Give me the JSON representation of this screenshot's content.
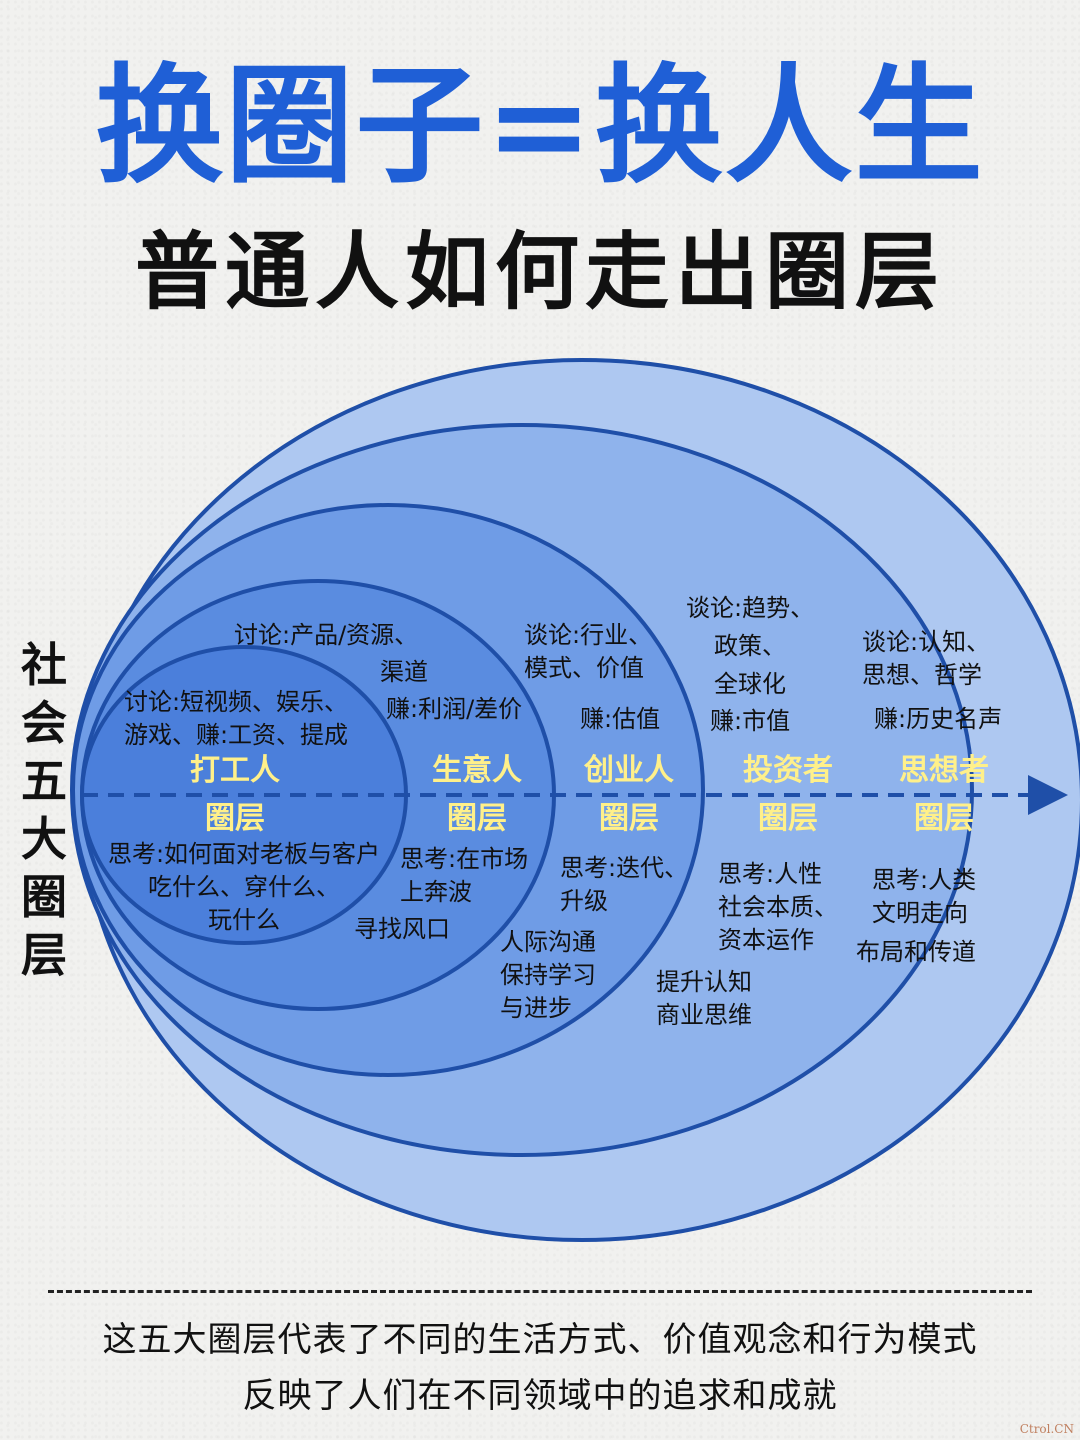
{
  "title": "换圈子=换人生",
  "subtitle": "普通人如何走出圈层",
  "side_label": "社会五大圈层",
  "circles": [
    {
      "name": "打工人",
      "suffix": "圈层",
      "discuss": [
        "讨论:短视频、娱乐、",
        "游戏、赚:工资、提成"
      ],
      "think": [
        "思考:如何面对老板与客户",
        "吃什么、穿什么、",
        "玩什么"
      ]
    },
    {
      "name": "生意人",
      "suffix": "圈层",
      "discuss": [
        "讨论:产品/资源、",
        "渠道"
      ],
      "earn": "赚:利润/差价",
      "think": [
        "思考:在市场",
        "上奔波"
      ],
      "extra": "寻找风口"
    },
    {
      "name": "创业人",
      "suffix": "圈层",
      "discuss": [
        "谈论:行业、",
        "模式、价值"
      ],
      "earn": "赚:估值",
      "think": [
        "思考:迭代、",
        "升级"
      ],
      "extra": [
        "人际沟通",
        "保持学习",
        "与进步"
      ]
    },
    {
      "name": "投资者",
      "suffix": "圈层",
      "discuss": [
        "谈论:趋势、",
        "政策、",
        "全球化"
      ],
      "earn": "赚:市值",
      "think": [
        "思考:人性",
        "社会本质、",
        "资本运作"
      ],
      "extra": [
        "提升认知",
        "商业思维"
      ]
    },
    {
      "name": "思想者",
      "suffix": "圈层",
      "discuss": [
        "谈论:认知、",
        "思想、哲学"
      ],
      "earn": "赚:历史名声",
      "think": [
        "思考:人类",
        "文明走向"
      ],
      "extra": "布局和传道"
    }
  ],
  "footer": [
    "这五大圈层代表了不同的生活方式、价值观念和行为模式",
    "反映了人们在不同领域中的追求和成就"
  ],
  "watermark": "Ctrol.CN",
  "colors": {
    "title": "#1f5fd6",
    "circle_stroke": "#1f4fa8",
    "circle_fill": "#5b8fe6",
    "name_text": "#fff08a"
  }
}
